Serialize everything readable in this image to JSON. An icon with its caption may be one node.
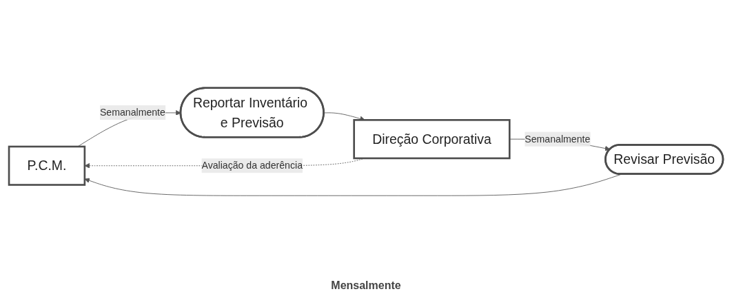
{
  "diagram": {
    "nodes": [
      {
        "text": [
          "P.C.M."
        ]
      },
      {
        "text": [
          "Reportar Inventário e Previsão"
        ]
      },
      {
        "text": [
          "Direção Corporativa"
        ]
      },
      {
        "text": [
          "Revisar Previsão"
        ]
      }
    ],
    "edges": [
      {
        "from": 0,
        "to": 1,
        "arrow": "to",
        "label": "Semanalmente"
      },
      {
        "from": 1,
        "to": 2,
        "arrow": "to"
      },
      {
        "from": 2,
        "to": 0,
        "arrow": "to",
        "label": "Avaliação da aderência",
        "style": "dashed"
      },
      {
        "from": 2,
        "to": 3,
        "arrow": "to",
        "label": "Semanalmente"
      },
      {
        "from": 3,
        "to": 0,
        "arrow": "to"
      }
    ],
    "labels": [
      "Mensalmente"
    ]
  }
}
